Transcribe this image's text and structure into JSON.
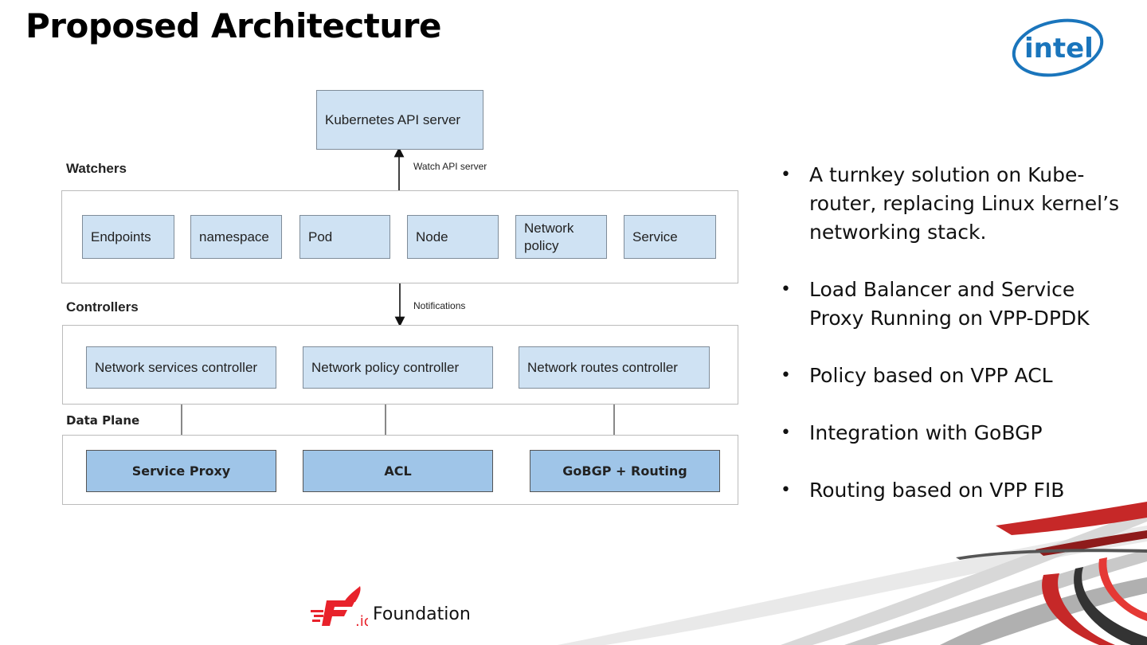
{
  "slide": {
    "title": "Proposed Architecture"
  },
  "logos": {
    "intel": "intel",
    "fdio_suffix": ".io",
    "fdio_text": "Foundation"
  },
  "diagram": {
    "top_node": "Kubernetes API server",
    "edge_watch": "Watch API server",
    "edge_notify": "Notifications",
    "watchers": {
      "label": "Watchers",
      "items": [
        "Endpoints",
        "namespace",
        "Pod",
        "Node",
        "Network policy",
        "Service"
      ]
    },
    "controllers": {
      "label": "Controllers",
      "items": [
        "Network services controller",
        "Network policy controller",
        "Network routes controller"
      ]
    },
    "data_plane": {
      "label": "Data Plane",
      "items": [
        "Service Proxy",
        "ACL",
        "GoBGP + Routing"
      ]
    }
  },
  "bullets": [
    "A turnkey solution on Kube-router, replacing Linux kernel’s networking stack.",
    "Load Balancer and Service Proxy Running on VPP-DPDK",
    "Policy based on VPP ACL",
    "Integration with GoBGP",
    "Routing based on VPP FIB"
  ],
  "colors": {
    "box_fill": "#cfe2f3",
    "box_fill_dark": "#9fc5e8",
    "intel_blue": "#1a75bc",
    "fdio_red": "#e8222b"
  }
}
